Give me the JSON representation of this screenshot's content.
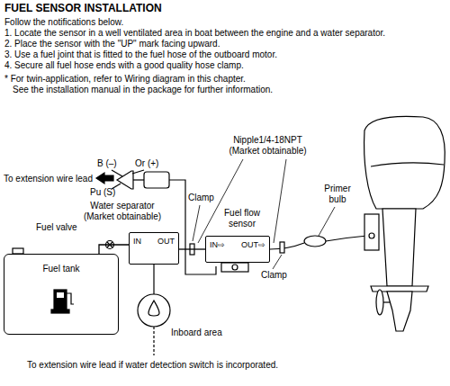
{
  "diagram": {
    "title": "FUEL SENSOR INSTALLATION",
    "nodes": [
      {
        "text": [
          "Fuel tank"
        ]
      },
      {
        "text": [
          "Water separator (Market obtainable)",
          "IN",
          "OUT"
        ]
      },
      {
        "text": [
          "Fuel flow sensor",
          "IN⇨",
          "OUT⇨"
        ]
      }
    ],
    "edges": [
      {
        "from": 0,
        "to": 1,
        "arrow": "none"
      },
      {
        "from": 1,
        "to": 2,
        "arrow": "none"
      }
    ],
    "labels": [
      "Follow the notifications below.",
      "1. Locate the sensor in a well ventilated area in boat between the engine and a water separator.",
      "2. Place the sensor with the \"UP\" mark facing upward.",
      "3. Use a fuel joint that is fitted to the fuel hose of the outboard motor.",
      "4. Secure all fuel hose ends with a good quality hose clamp.",
      "* For twin-application, refer to Wiring diagram in this chapter.",
      "See the installation manual in the package for further information.",
      "B (–)",
      "Or (+)",
      "To extension wire lead",
      "Pu (S)",
      "Nipple1/4-18NPT (Market obtainable)",
      "Clamp",
      "Primer bulb",
      "Fuel valve",
      "Clamp",
      "Inboard area",
      "To extension wire lead if water detection switch is incorporated."
    ]
  }
}
